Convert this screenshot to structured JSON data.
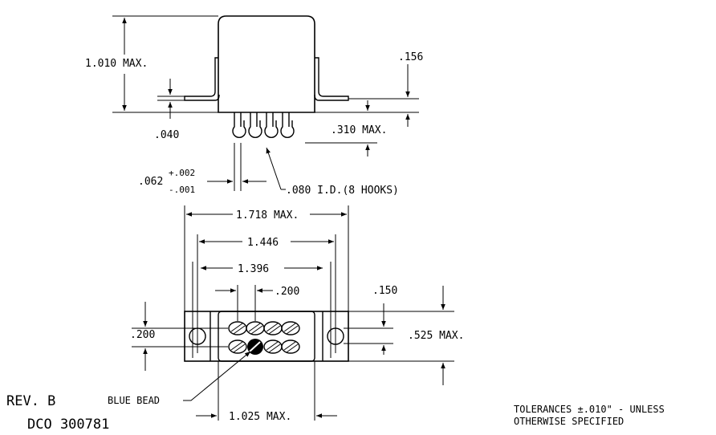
{
  "side_view": {
    "height_label": "1.010 MAX.",
    "flange_thickness_label": ".040",
    "flange_offset_label": ".156",
    "hook_length_label": ".310 MAX.",
    "pin_dia_nominal": ".062",
    "pin_dia_plus": "+.002",
    "pin_dia_minus": "-.001",
    "hook_id_label": ".080 I.D.(8 HOOKS)"
  },
  "bottom_view": {
    "overall_length_label": "1.718 MAX.",
    "hole_spacing_label": "1.446",
    "slot_spacing_label": "1.396",
    "pin_pitch_label": ".200",
    "row_spacing_label": ".200",
    "hole_offset_label": ".150",
    "width_label": ".525 MAX.",
    "body_length_label": "1.025 MAX.",
    "blue_bead_label": "BLUE BEAD"
  },
  "revision": {
    "rev_label": "REV. B",
    "dco_label": "DCO 300781"
  },
  "notes": {
    "tolerance_line1": "TOLERANCES ±.010\" - UNLESS",
    "tolerance_line2": "OTHERWISE SPECIFIED"
  }
}
